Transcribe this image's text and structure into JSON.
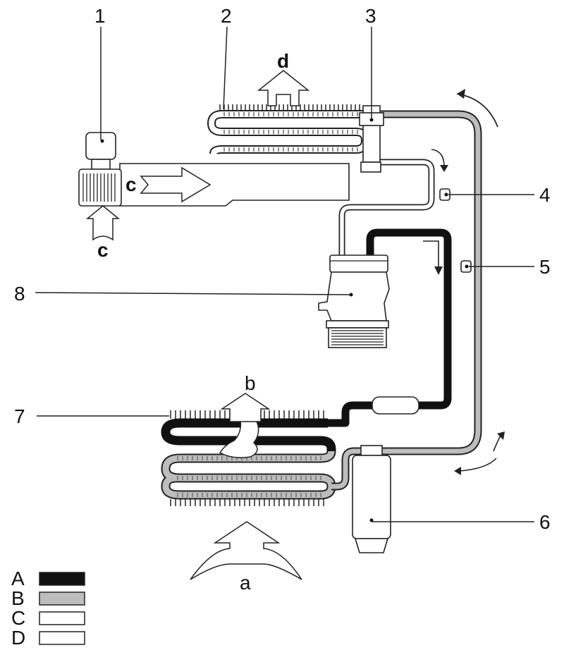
{
  "callouts": {
    "n1": "1",
    "n2": "2",
    "n3": "3",
    "n4": "4",
    "n5": "5",
    "n6": "6",
    "n7": "7",
    "n8": "8"
  },
  "airflow": {
    "a": "a",
    "b": "b",
    "c1": "c",
    "c2": "c",
    "d": "d"
  },
  "legend": [
    {
      "key": "A",
      "fill": "#111111"
    },
    {
      "key": "B",
      "fill": "#bdbdbd"
    },
    {
      "key": "C",
      "fill": "#ffffff"
    },
    {
      "key": "D",
      "fill": "#ffffff"
    }
  ],
  "colors": {
    "line_a": "#111111",
    "line_b": "#bdbdbd",
    "outline": "#222222"
  }
}
